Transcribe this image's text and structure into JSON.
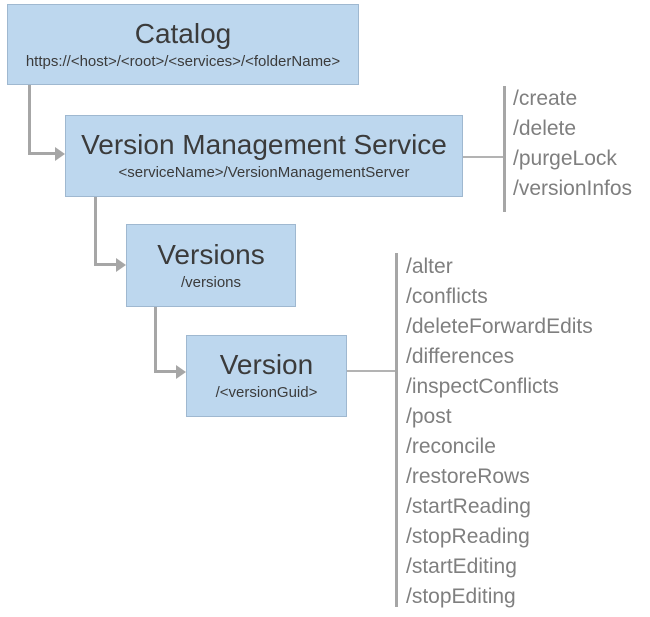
{
  "nodes": {
    "catalog": {
      "title": "Catalog",
      "subtitle": "https://<host>/<root>/<services>/<folderName>"
    },
    "vms": {
      "title": "Version Management Service",
      "subtitle": "<serviceName>/VersionManagementServer",
      "operations": [
        "/create",
        "/delete",
        "/purgeLock",
        "/versionInfos"
      ]
    },
    "versions": {
      "title": "Versions",
      "subtitle": "/versions"
    },
    "version": {
      "title": "Version",
      "subtitle": "/<versionGuid>",
      "operations": [
        "/alter",
        "/conflicts",
        "/deleteForwardEdits",
        "/differences",
        "/inspectConflicts",
        "/post",
        "/reconcile",
        "/restoreRows",
        "/startReading",
        "/stopReading",
        "/startEditing",
        "/stopEditing"
      ]
    }
  },
  "colors": {
    "box_fill": "#BDD7EE",
    "box_border": "#9FB8D0",
    "node_text": "#3B3B3B",
    "ops_text": "#7F7F7F",
    "line": "#A6A6A6",
    "connector": "#B3B3B3"
  }
}
